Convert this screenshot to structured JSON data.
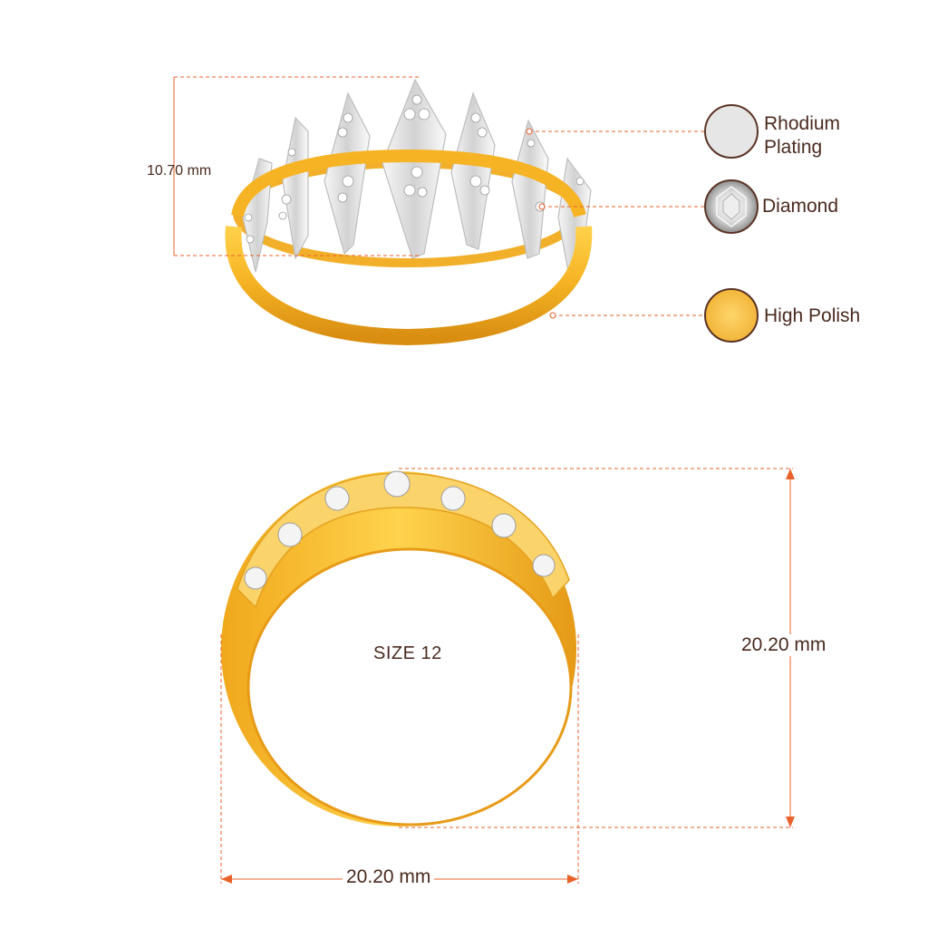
{
  "colors": {
    "dimension_line": "#e8622a",
    "text": "#4a2a1f",
    "gold": "#f4b425",
    "gold_dark": "#d98e12",
    "rhodium": "#e6e6e6",
    "swatch_border": "#5a3326"
  },
  "dimensions": {
    "height": "10.70 mm",
    "diameter_vertical": "20.20 mm",
    "diameter_horizontal": "20.20 mm"
  },
  "size_label": "SIZE 12",
  "legend": [
    {
      "label": "Rhodium\nPlating",
      "line1": "Rhodium",
      "line2": "Plating",
      "swatch": "rhodium"
    },
    {
      "label": "Diamond",
      "swatch": "diamond"
    },
    {
      "label": "High Polish",
      "swatch": "gold"
    }
  ]
}
